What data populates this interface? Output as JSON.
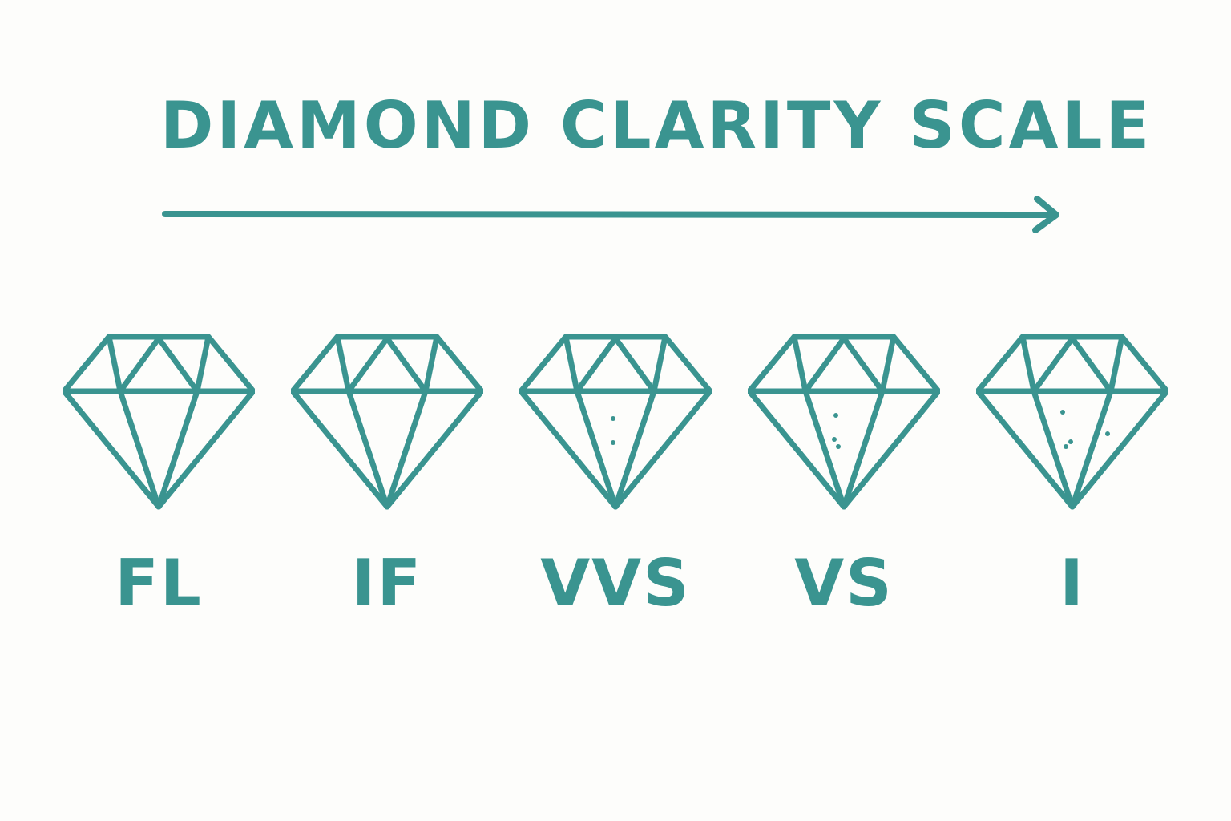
{
  "title": "DIAMOND CLARITY SCALE",
  "colors": {
    "accent": "#3a9490",
    "background": "#fdfdfb"
  },
  "arrow_icon": "right-arrow-icon",
  "grades": [
    {
      "label": "FL",
      "inclusions": 0
    },
    {
      "label": "IF",
      "inclusions": 0
    },
    {
      "label": "VVS",
      "inclusions": 2
    },
    {
      "label": "VS",
      "inclusions": 3
    },
    {
      "label": "I",
      "inclusions": 4
    }
  ]
}
